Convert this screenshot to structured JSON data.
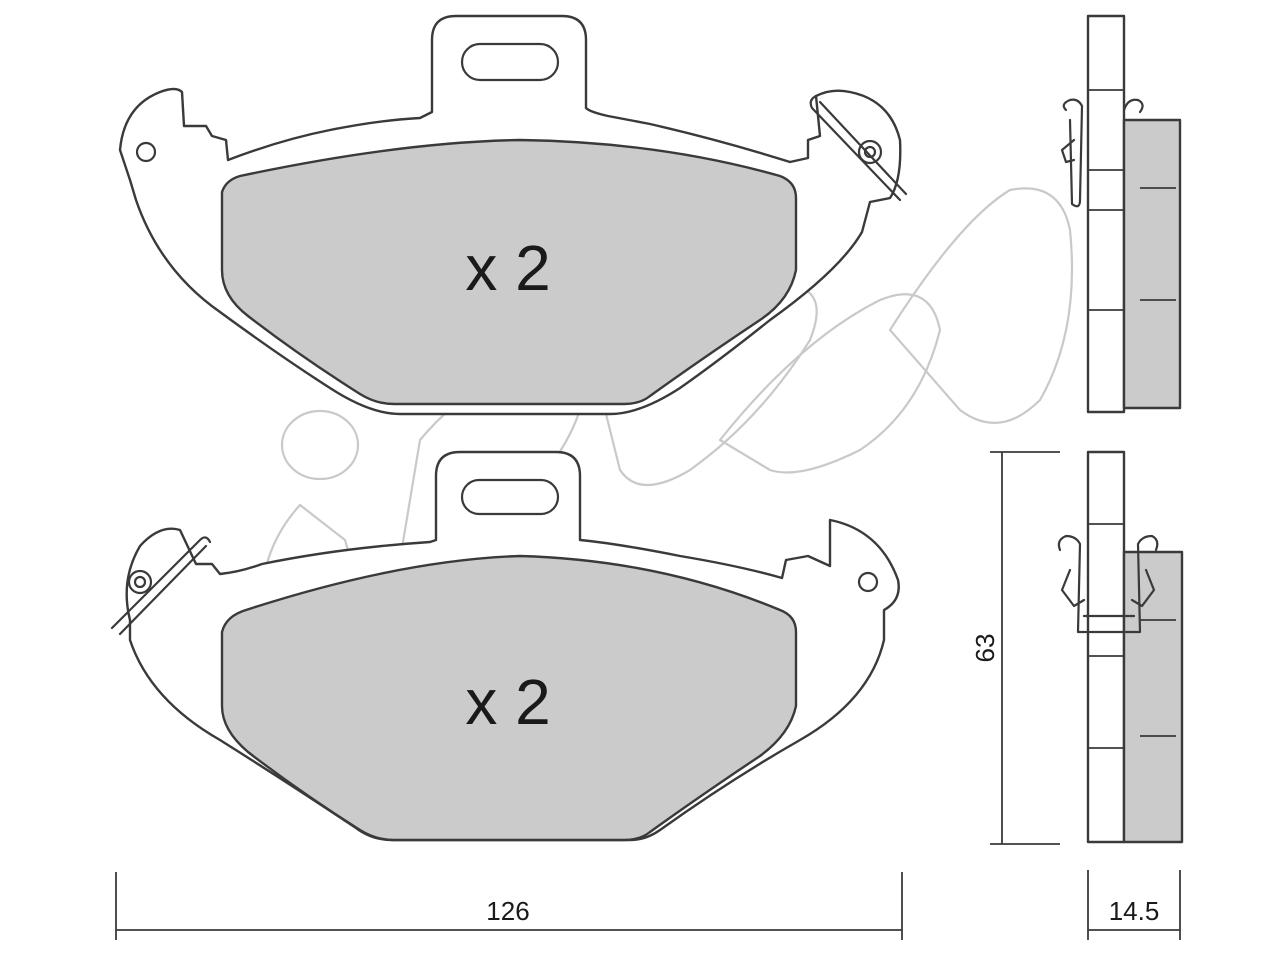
{
  "pads": {
    "top_quantity": "x 2",
    "bottom_quantity": "x 2"
  },
  "dimensions": {
    "width": "126",
    "height": "63",
    "thickness": "14.5"
  },
  "colors": {
    "friction_material": "#cbcbcb",
    "line": "#3a3a3a",
    "watermark": "#c9c9c9"
  }
}
